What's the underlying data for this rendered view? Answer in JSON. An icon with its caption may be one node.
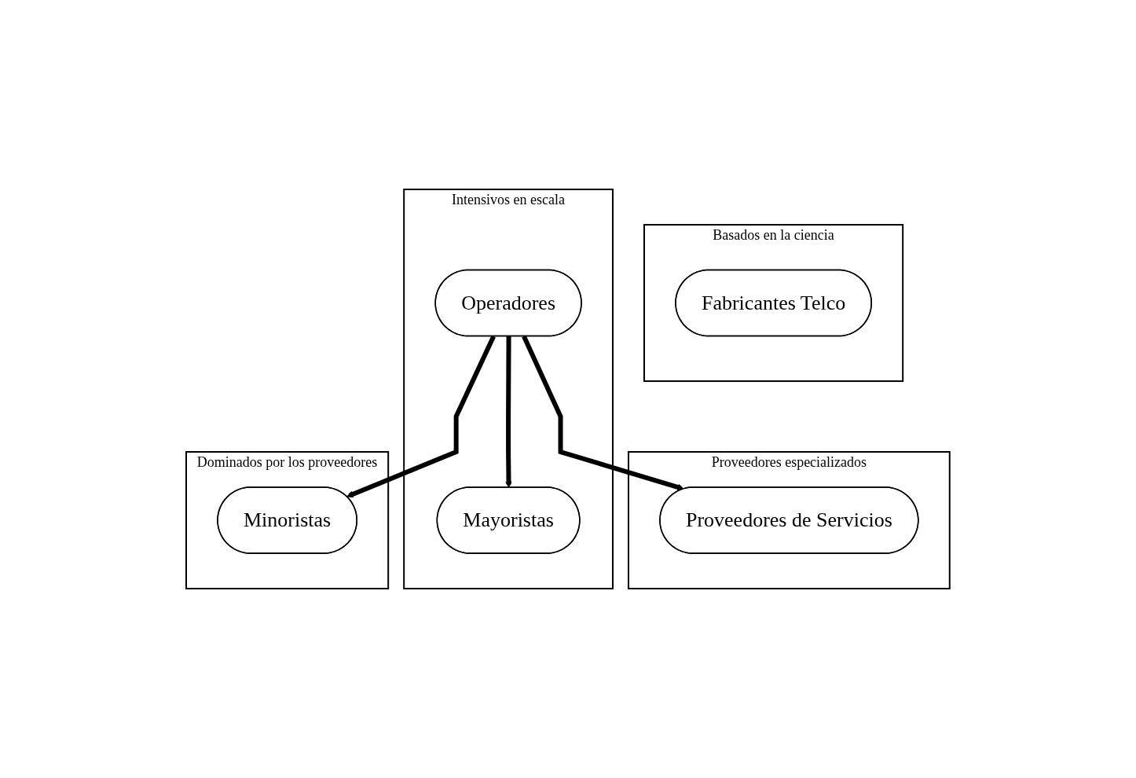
{
  "diagram": {
    "nodes": [
      {
        "text": [
          "Basados en la ciencia"
        ]
      },
      {
        "text": [
          "Fabricantes Telco"
        ],
        "in": 0
      },
      {
        "text": [
          "Proveedores especializados"
        ]
      },
      {
        "text": [
          "Proveedores de Servicios"
        ],
        "in": 2
      },
      {
        "text": [
          "Intensivos en escala"
        ]
      },
      {
        "text": [
          "Operadores"
        ],
        "in": 4
      },
      {
        "text": [
          "Mayoristas"
        ],
        "in": 4
      },
      {
        "text": [
          "Dominados por los proveedores"
        ]
      },
      {
        "text": [
          "Minoristas"
        ],
        "in": 7
      }
    ],
    "edges": [
      {
        "from": 5,
        "to": 3,
        "arrow": "to"
      },
      {
        "from": 5,
        "to": 8,
        "arrow": "to"
      },
      {
        "from": 5,
        "to": 6,
        "arrow": "to"
      }
    ]
  }
}
